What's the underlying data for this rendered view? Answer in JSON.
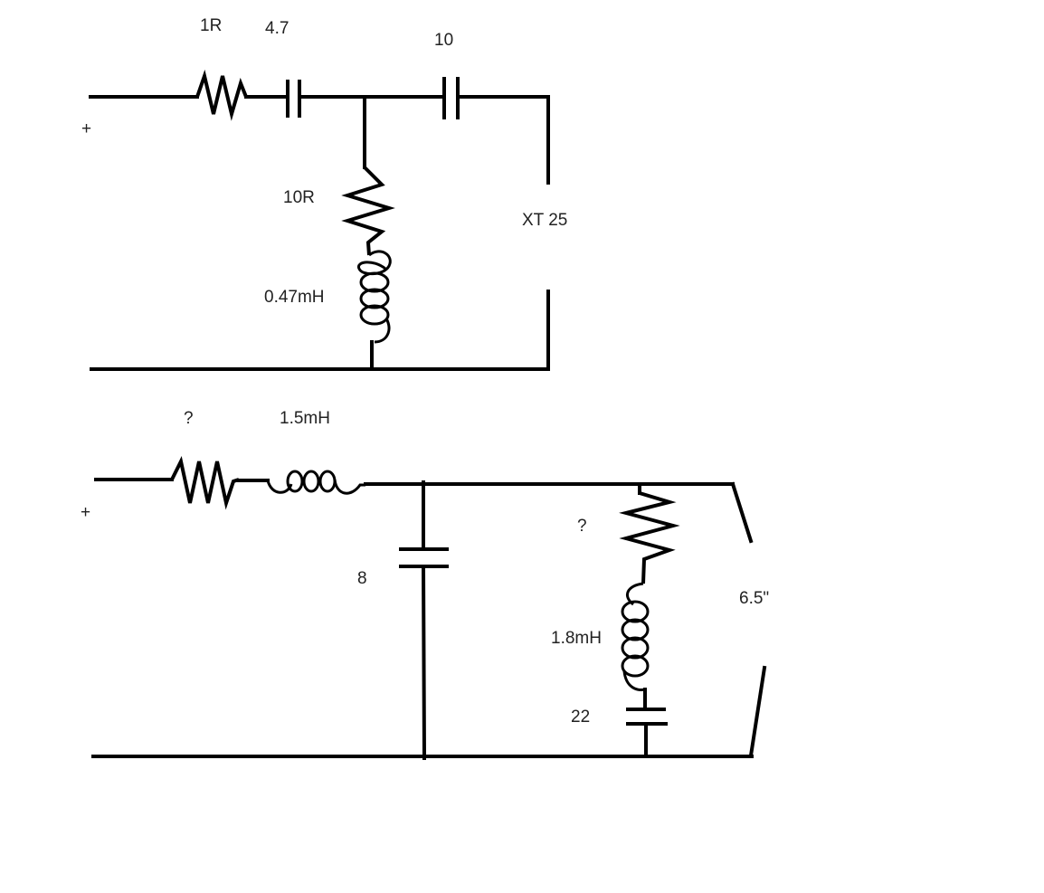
{
  "circuit_top": {
    "plus": "+",
    "resistor_series": "1R",
    "cap_series": "4.7",
    "cap_output": "10",
    "resistor_shunt": "10R",
    "inductor_shunt": "0.47mH",
    "driver": "XT 25"
  },
  "circuit_bottom": {
    "plus": "+",
    "resistor_series": "?",
    "inductor_series": "1.5mH",
    "cap_shunt": "8",
    "resistor_notch": "?",
    "inductor_notch": "1.8mH",
    "cap_notch": "22",
    "driver": "6.5\""
  }
}
